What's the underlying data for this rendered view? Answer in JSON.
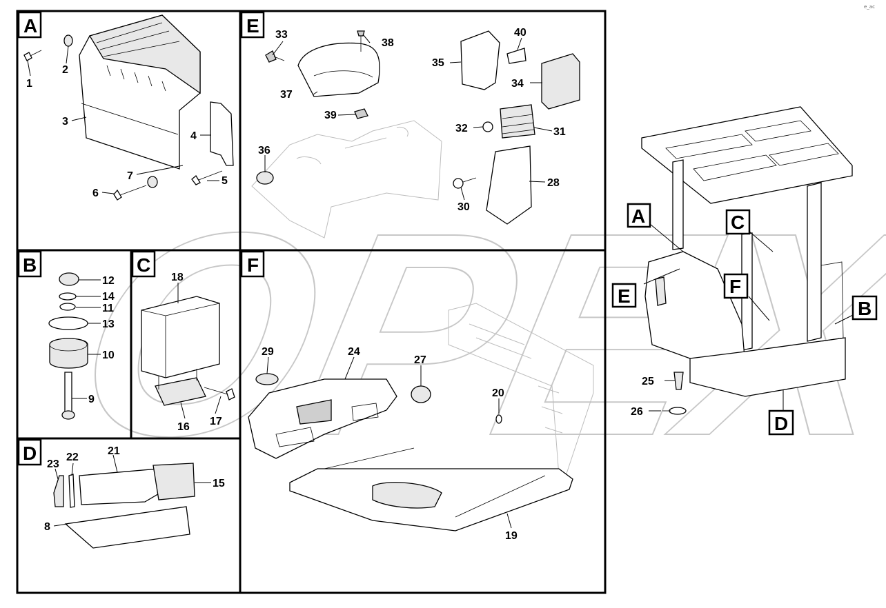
{
  "panels": {
    "A": "A",
    "B": "B",
    "C": "C",
    "D": "D",
    "E": "E",
    "F": "F"
  },
  "cab_labels": {
    "A": "A",
    "B": "B",
    "C": "C",
    "D": "D",
    "E": "E",
    "F": "F"
  },
  "callouts": {
    "p1": "1",
    "p2": "2",
    "p3": "3",
    "p4": "4",
    "p5": "5",
    "p6": "6",
    "p7": "7",
    "p8": "8",
    "p9": "9",
    "p10": "10",
    "p11": "11",
    "p12": "12",
    "p13": "13",
    "p14": "14",
    "p15": "15",
    "p16": "16",
    "p17": "17",
    "p18": "18",
    "p19": "19",
    "p20": "20",
    "p21": "21",
    "p22": "22",
    "p23": "23",
    "p24": "24",
    "p25": "25",
    "p26": "26",
    "p27": "27",
    "p28": "28",
    "p29": "29",
    "p30": "30",
    "p31": "31",
    "p32": "32",
    "p33": "33",
    "p34": "34",
    "p35": "35",
    "p36": "36",
    "p37": "37",
    "p38": "38",
    "p39": "39",
    "p40": "40"
  },
  "watermark": "OPEX",
  "corner_mark": "e_ac"
}
